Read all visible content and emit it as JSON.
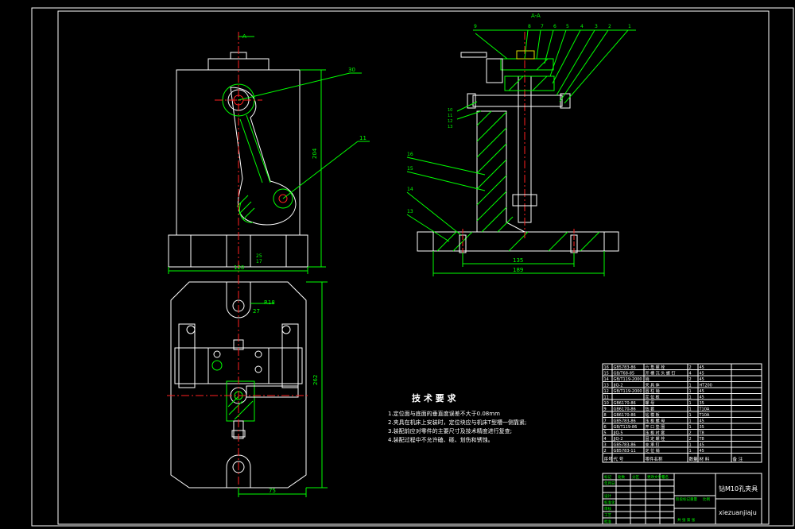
{
  "drawing": {
    "section_label": "A-A",
    "arrow_label": "A",
    "top_view": {
      "leader_upper": "30",
      "leader_lower": "11",
      "dim_height": "204",
      "dim_small_1": "25",
      "dim_small_2": "17",
      "dim_width": "120"
    },
    "plan_view": {
      "dim_r": "R18",
      "dim_small": "27",
      "dim_height": "262",
      "dim_width": "75"
    },
    "section_view": {
      "top_labels": [
        "9",
        "8",
        "7",
        "6",
        "5",
        "4",
        "3",
        "2",
        "1"
      ],
      "left_labels_upper": [
        "10",
        "11",
        "12",
        "13"
      ],
      "left_labels_lower": [
        "16",
        "15",
        "14",
        "13"
      ],
      "dim_inner": "135",
      "dim_outer": "189"
    }
  },
  "tech_requirements": {
    "title": "技 术 要 求",
    "items": [
      "1.定位面与底面的垂直度误差不大于0.08mm",
      "2.夹具在机床上安装时，定位块应与机床T型槽一侧靠紧;",
      "3.装配前应对零件的主要尺寸及技术精度进行复查;",
      "4.装配过程中不允许磕、碰、划伤和锈蚀。"
    ]
  },
  "parts_table": {
    "rows": [
      {
        "no": "16",
        "code": "GB5783-86",
        "name": "六 角 螺 栓",
        "qty": "2",
        "material": "45",
        "note": ""
      },
      {
        "no": "15",
        "code": "GB/T68-85",
        "name": "开 槽 沉 头 螺 钉",
        "qty": "4",
        "material": "45",
        "note": ""
      },
      {
        "no": "14",
        "code": "GB/T119-2000",
        "name": "销",
        "qty": "2",
        "material": "45",
        "note": ""
      },
      {
        "no": "13",
        "code": "JJQ-2",
        "name": "夹 具 体",
        "qty": "1",
        "material": "HT200",
        "note": ""
      },
      {
        "no": "12",
        "code": "GB/T119-2000",
        "name": "圆 柱 销",
        "qty": "1",
        "material": "45",
        "note": ""
      },
      {
        "no": "11",
        "code": "",
        "name": "定 位 板",
        "qty": "1",
        "material": "45",
        "note": ""
      },
      {
        "no": "10",
        "code": "GB6170-86",
        "name": "螺 母",
        "qty": "1",
        "material": "35",
        "note": ""
      },
      {
        "no": "9",
        "code": "GB6170-86",
        "name": "钻 套",
        "qty": "1",
        "material": "T10A",
        "note": ""
      },
      {
        "no": "8",
        "code": "GB6170-86",
        "name": "钻 模 板",
        "qty": "1",
        "material": "T10A",
        "note": ""
      },
      {
        "no": "7",
        "code": "GB5783-86",
        "name": "压 板 螺 母",
        "qty": "1",
        "material": "45",
        "note": ""
      },
      {
        "no": "6",
        "code": "GB/T119-86",
        "name": "开 口 垫 圈",
        "qty": "1",
        "material": "35",
        "note": ""
      },
      {
        "no": "5",
        "code": "JJQ-5",
        "name": "压 板 衬 套",
        "qty": "2",
        "material": "T8",
        "note": ""
      },
      {
        "no": "4",
        "code": "JJQ-2",
        "name": "固 定 螺 栓",
        "qty": "2",
        "material": "T8",
        "note": ""
      },
      {
        "no": "3",
        "code": "GB5783-86",
        "name": "支 承 钉",
        "qty": "1",
        "material": "45",
        "note": ""
      },
      {
        "no": "2",
        "code": "GB5783-11",
        "name": "定 位 销",
        "qty": "1",
        "material": "45",
        "note": ""
      }
    ],
    "header": {
      "no": "序号",
      "code": "代 号",
      "name": "零件名称",
      "qty": "数量",
      "material": "材 料",
      "note": "备 注"
    }
  },
  "title_block": {
    "drawing_name": "钻M10孔夹具",
    "drawing_code": "xiezuanjiaju",
    "labels": [
      "标记",
      "处数",
      "分区",
      "更改文件号",
      "签名",
      "年月日",
      "设计",
      "标准化",
      "审核",
      "工艺",
      "批准",
      "阶段标记",
      "重量",
      "比例",
      "共 张 第 张"
    ]
  }
}
